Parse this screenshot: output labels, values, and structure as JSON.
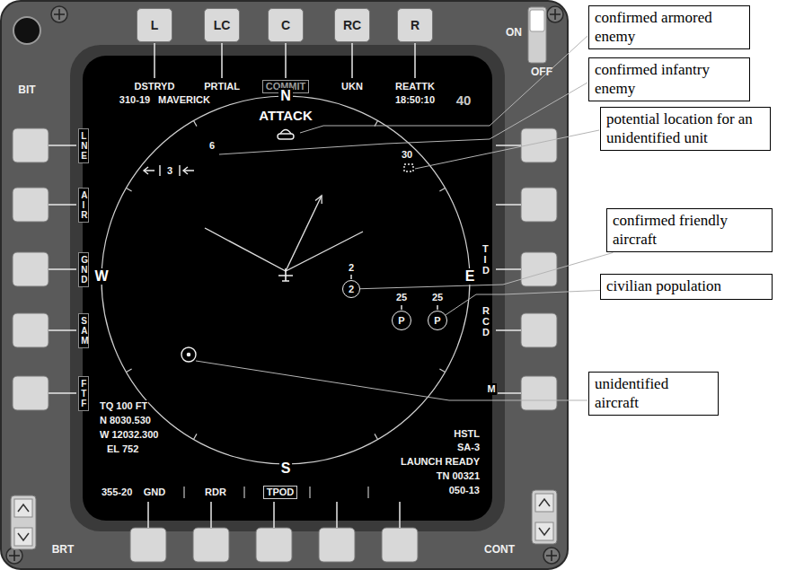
{
  "diagram": {
    "nodes": [
      {
        "text": [
          "L"
        ]
      },
      {
        "text": [
          "LC"
        ]
      },
      {
        "text": [
          "C"
        ]
      },
      {
        "text": [
          "RC"
        ]
      },
      {
        "text": [
          "R"
        ]
      },
      {
        "text": [
          "COMMIT"
        ]
      },
      {
        "text": [
          "confirmed armored enemy"
        ]
      },
      {
        "text": [
          "confirmed infantry enemy"
        ]
      },
      {
        "text": [
          "LNE"
        ]
      },
      {
        "text": [
          "AIR"
        ]
      },
      {
        "text": [
          "potential location for an unidentified unit"
        ]
      },
      {
        "text": [
          "GND"
        ]
      },
      {
        "text": [
          "confirmed friendly aircraft"
        ]
      },
      {
        "text": [
          "2"
        ]
      },
      {
        "text": [
          "civilian population"
        ]
      },
      {
        "text": [
          "P"
        ]
      },
      {
        "text": [
          "P"
        ]
      },
      {
        "text": [
          "SAM"
        ]
      },
      {
        "text": [
          "unidentified aircraft"
        ]
      },
      {
        "text": [
          "FTF"
        ]
      },
      {
        "text": [
          "TPOD"
        ]
      }
    ],
    "edges": [
      {
        "from": 12,
        "to": 13,
        "arrow": "none"
      },
      {
        "from": 14,
        "to": 16,
        "arrow": "none"
      }
    ],
    "labels": [
      "BIT",
      "ON",
      "OFF",
      "DSTRYD",
      "PRTIAL",
      "UKN",
      "REATTK",
      "310-19",
      "MAVERICK",
      "18:50:10",
      "40",
      "N",
      "ATTACK",
      "6",
      "3",
      "30",
      "W",
      "E",
      "2",
      "25",
      "25",
      "TID",
      "RCD",
      "M",
      "TQ 100 FT",
      "N 8030.530",
      "W 12032.300",
      "EL 752",
      "355-20",
      "GND",
      "RDR",
      "S",
      "HSTL",
      "SA-3",
      "LAUNCH READY",
      "TN 00321",
      "050-13",
      "BRT",
      "CONT"
    ]
  }
}
